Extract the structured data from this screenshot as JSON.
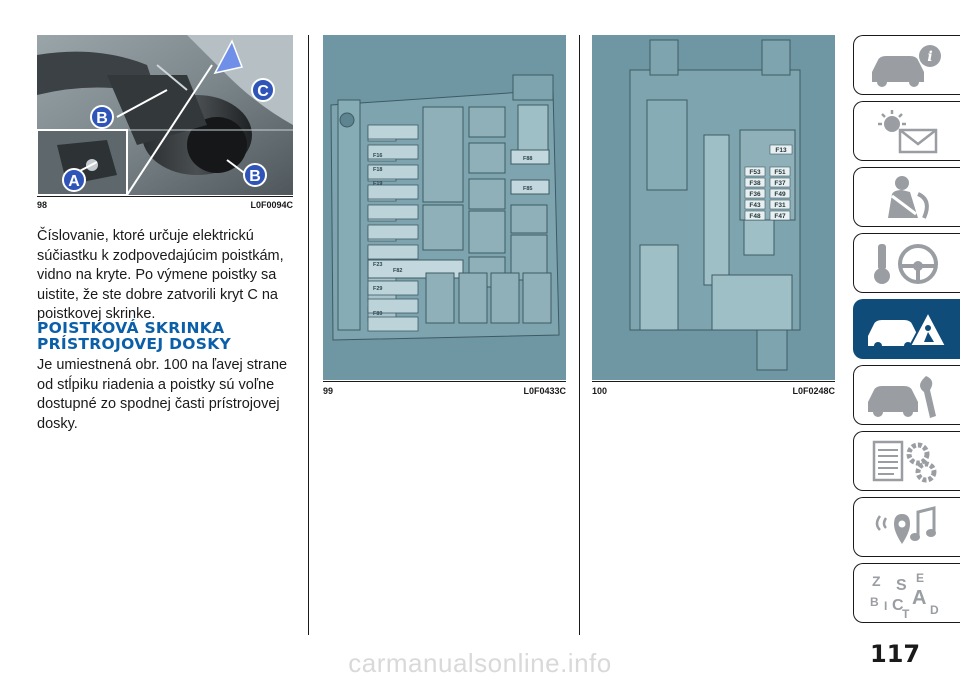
{
  "figures": [
    {
      "number": "98",
      "code": "L0F0094C",
      "callouts": [
        "A",
        "B",
        "B",
        "C"
      ]
    },
    {
      "number": "99",
      "code": "L0F0433C",
      "fuse_labels": [
        "F16",
        "F18",
        "F19",
        "F23",
        "F29",
        "F82",
        "F85",
        "F88",
        "F89"
      ]
    },
    {
      "number": "100",
      "code": "L0F0248C",
      "fuse_labels": [
        "F13",
        "F53",
        "F51",
        "F38",
        "F37",
        "F36",
        "F49",
        "F43",
        "F31",
        "F48",
        "F47"
      ]
    }
  ],
  "text": {
    "paragraph_1": "Číslovanie, ktoré určuje elektrickú súčiastku k zodpovedajúcim poistkám, vidno na kryte. Po výmene poistky sa uistite, že ste dobre zatvorili kryt C na poistkovej skrinke.",
    "heading_line_1": "POISTKOVÁ SKRINKA",
    "heading_line_2": "PRÍSTROJOVEJ DOSKY",
    "paragraph_2": "Je umiestnená obr. 100 na ľavej strane od stĺpiku riadenia a poistky sú voľne dostupné zo spodnej časti prístrojovej dosky."
  },
  "sidebar_tabs": [
    {
      "icon": "car-info-icon",
      "active": false
    },
    {
      "icon": "warning-lights-icon",
      "active": false
    },
    {
      "icon": "safety-seat-icon",
      "active": false
    },
    {
      "icon": "steering-key-icon",
      "active": false
    },
    {
      "icon": "emergency-car-icon",
      "active": true
    },
    {
      "icon": "car-maintenance-icon",
      "active": false
    },
    {
      "icon": "technical-data-icon",
      "active": false
    },
    {
      "icon": "multimedia-icon",
      "active": false
    },
    {
      "icon": "index-icon",
      "active": false
    }
  ],
  "index_tab_letters": [
    "Z",
    "E",
    "S",
    "B",
    "A",
    "C",
    "I",
    "D",
    "T"
  ],
  "page_number": "117",
  "watermark": "carmanualsonline.info",
  "colors": {
    "heading_blue": "#0b5fa8",
    "active_tab": "#0f4c7a",
    "diagram_fill": "#6f97a3",
    "callout_blue": "#2f55b8"
  }
}
